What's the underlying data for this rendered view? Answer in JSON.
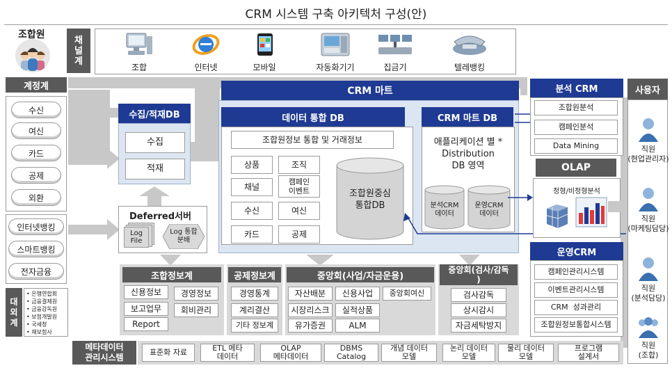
{
  "title": "CRM 시스템 구축 아키텍처 구성(안)",
  "member": {
    "label": "조합원"
  },
  "channel": {
    "label": "채\n널\n계",
    "items": [
      {
        "label": "조합",
        "icon": "computer-icon"
      },
      {
        "label": "인터넷",
        "icon": "internet-explorer-icon"
      },
      {
        "label": "모바일",
        "icon": "mobile-phone-icon"
      },
      {
        "label": "자동화기기",
        "icon": "atm-icon"
      },
      {
        "label": "집금기",
        "icon": "network-device-icon"
      },
      {
        "label": "텔레뱅킹",
        "icon": "telephone-icon"
      }
    ]
  },
  "account": {
    "title": "계정계",
    "top_items": [
      "수신",
      "여신",
      "카드",
      "공제",
      "외환"
    ],
    "bottom_items": [
      "인터넷뱅킹",
      "스마트뱅킹",
      "전자금융"
    ]
  },
  "external": {
    "label": "대\n외\n계",
    "items": [
      "은행연합회",
      "금융결제원",
      "금융감독원",
      "보험개발원",
      "국세청",
      "재보험사"
    ]
  },
  "collect_db": {
    "title": "수집/적재DB",
    "items": [
      "수집",
      "적재"
    ]
  },
  "deferred": {
    "title": "Deferred서버",
    "log_file": "Log\nFile",
    "log_dist": "Log 통합\n분배"
  },
  "crm_mart": {
    "title": "CRM 마트"
  },
  "data_db": {
    "title": "데이터 통합 DB",
    "header_box": "조합원정보 통합 및 거래정보",
    "grid": [
      "상품",
      "조직",
      "채널",
      "캠페인\n이벤트",
      "수신",
      "여신",
      "카드",
      "공제"
    ],
    "center_db": "조합원중심\n통합DB"
  },
  "mart_db": {
    "title": "CRM 마트 DB",
    "desc": "애플리케이션 별 *\nDistribution\nDB 영역",
    "cyl1": "분석CRM\n데이터",
    "cyl2": "운영CRM\n데이터"
  },
  "analysis_crm": {
    "title": "분석 CRM",
    "items": [
      "조합원분석",
      "캠페인분석",
      "Data Mining"
    ]
  },
  "olap": {
    "title": "OLAP",
    "desc": "정형/비정형분석"
  },
  "ops_crm": {
    "title": "운영CRM",
    "items": [
      "캠페인관리시스템",
      "이벤트관리시스템",
      "CRM  성과관리",
      "조합원정보통합시스템"
    ]
  },
  "users": {
    "title": "사용자",
    "items": [
      {
        "label": "직원\n(현업관리자)"
      },
      {
        "label": "직원\n(마케팅담당)"
      },
      {
        "label": "직원\n(분석담당)"
      },
      {
        "label": "직원\n(조합)"
      }
    ]
  },
  "bottom": {
    "member_info": {
      "title": "조합정보계",
      "items": [
        "신용정보",
        "경영정보",
        "보고업무",
        "회비관리",
        "Report"
      ]
    },
    "mutual_info": {
      "title": "공제정보계",
      "items": [
        "경영통계",
        "계리결산",
        "기타 정보계"
      ]
    },
    "central_biz": {
      "title": "중앙회(사업/자금운용)",
      "items": [
        "자산배분",
        "신용사업",
        "중앙회여신",
        "시장리스크",
        "실적상품",
        "유가증권",
        "ALM"
      ]
    },
    "central_audit": {
      "title": "중앙회(검사/감독\n)",
      "items": [
        "검사감독",
        "상시감시",
        "자금세탁방지"
      ]
    }
  },
  "meta": {
    "label": "메타데이터\n관리시스템",
    "items": [
      "표준화 자료",
      "ETL 메타\n데이터",
      "OLAP\n메타데이터",
      "DBMS\nCatalog",
      "개념 데이터\n모델",
      "논리 데이터\n모델",
      "물리 데이터\n모델",
      "프로그램\n설계서"
    ]
  },
  "colors": {
    "navy": "#1f3a93",
    "dark_gray": "#595959",
    "light_gray": "#c8c8c8",
    "panel_gray": "#d9d9d9",
    "light_blue": "#dce6f2"
  }
}
